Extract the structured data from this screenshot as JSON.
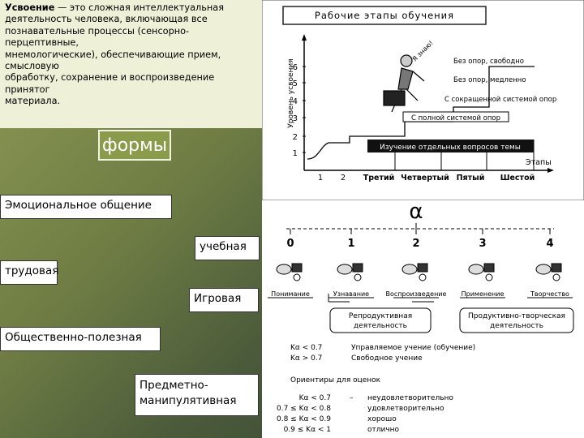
{
  "definition": {
    "term": "Усвоение",
    "text_lines": [
      " — это сложная интеллектуальная",
      "деятельность человека, включающая все",
      "познавательные процессы (сенсорно-",
      "перцептивные,",
      " мнемологические), обеспечивающие прием,",
      "смысловую",
      "обработку, сохранение и воспроизведение",
      "принятог",
      " материала."
    ]
  },
  "forms_heading": "формы",
  "forms": {
    "emotional": "Эмоциональное общение",
    "learning": "учебная",
    "labor": "трудовая",
    "play": "Игровая",
    "socially_useful": "Общественно-полезная",
    "object_manipulative": "Предметно-манипулятивная"
  },
  "stages_chart": {
    "title": "Рабочие этапы обучения",
    "y_axis_label": "Уровень усвоения",
    "y_ticks": [
      "1",
      "2",
      "3",
      "4",
      "5",
      "6"
    ],
    "x_axis_label": "Этапы",
    "x_ticks": [
      "1",
      "2",
      "Третий",
      "Четвертый",
      "Пятый",
      "Шестой"
    ],
    "steps": [
      "Изучение отдельных вопросов темы",
      "С полной системой опор",
      "С сокращенной системой опор",
      "Без опор, медленно",
      "Без опор, свободно"
    ],
    "speech_bubble": "Я знаю!"
  },
  "assimilation_levels": {
    "alpha": "α",
    "levels": [
      "0",
      "1",
      "2",
      "3",
      "4"
    ],
    "level_names": [
      "Понимание",
      "Узнавание",
      "Воспроизведение",
      "Применение",
      "Творчество"
    ],
    "group_reproductive": "Репродуктивная деятельность",
    "group_productive": "Продуктивно-творческая деятельность",
    "formulas": [
      {
        "cond": "Kα < 0.7",
        "text": "Управляемое учение (обучение)"
      },
      {
        "cond": "Kα > 0.7",
        "text": "Свободное учение"
      }
    ],
    "grading_title": "Ориентиры для оценок",
    "grades": [
      {
        "cond": "Kα < 0.7",
        "sep": "–",
        "mark": "неудовлетворительно"
      },
      {
        "cond": "0.7 ≤ Kα < 0.8",
        "sep": "",
        "mark": "удовлетворительно"
      },
      {
        "cond": "0.8 ≤ Kα < 0.9",
        "sep": "",
        "mark": "хорошо"
      },
      {
        "cond": "0.9 ≤ Kα < 1",
        "sep": "",
        "mark": "отлично"
      }
    ]
  }
}
